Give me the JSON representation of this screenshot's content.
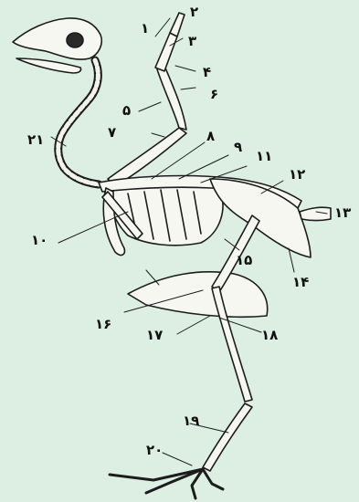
{
  "diagram": {
    "labels": {
      "n1": "۱",
      "n2": "۲",
      "n3": "۳",
      "n4": "۴",
      "n5": "۵",
      "n6": "۶",
      "n7": "۷",
      "n8": "۸",
      "n9": "۹",
      "n10": "۱۰",
      "n11": "۱۱",
      "n12": "۱۲",
      "n13": "۱۳",
      "n14": "۱۴",
      "n15": "۱۵",
      "n16": "۱۶",
      "n17": "۱۷",
      "n18": "۱۸",
      "n19": "۱۹",
      "n20": "۲۰",
      "n21": "۲۱"
    }
  }
}
